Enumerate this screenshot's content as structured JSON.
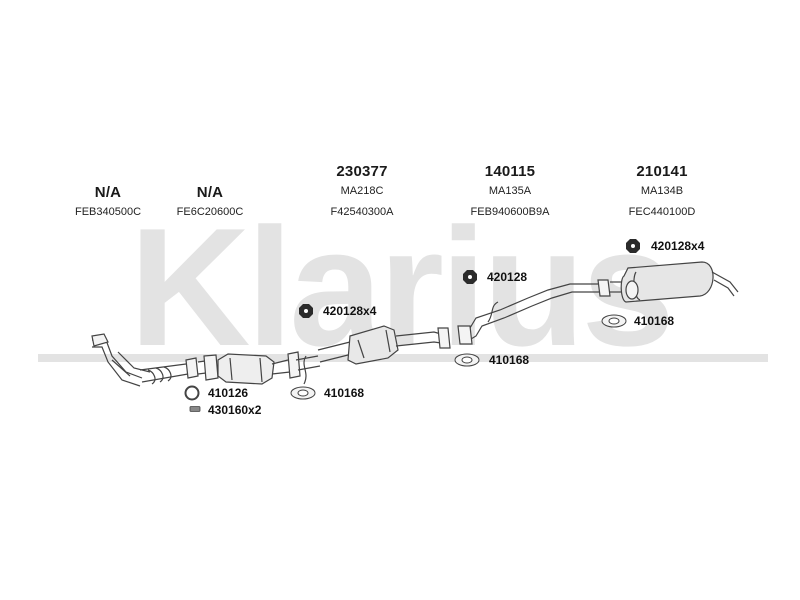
{
  "watermark": {
    "text": "Klarius",
    "color": "#e3e3e3"
  },
  "parts": [
    {
      "number": "N/A",
      "code": "FEB340500C"
    },
    {
      "number": "N/A",
      "code": "FE6C20600C"
    },
    {
      "number": "230377",
      "code": "MA218C"
    },
    {
      "number": "230377",
      "code": "F42540300A"
    },
    {
      "number": "140115",
      "code": "MA135A"
    },
    {
      "number": "140115",
      "code": "FEB940600B9A"
    },
    {
      "number": "210141",
      "code": "MA134B"
    },
    {
      "number": "210141",
      "code": "FEC440100D"
    }
  ],
  "header": {
    "p1_number": "N/A",
    "p1_code": "FEB340500C",
    "p2_number": "N/A",
    "p2_code": "FE6C20600C",
    "p3_number": "230377",
    "p3_code": "MA218C",
    "p3_code2": "F42540300A",
    "p4_number": "140115",
    "p4_code": "MA135A",
    "p4_code2": "FEB940600B9A",
    "p5_number": "210141",
    "p5_code": "MA134B",
    "p5_code2": "FEC440100D"
  },
  "fittings": {
    "rubber_rear": "420128x4",
    "rubber_mid": "420128",
    "rubber_front": "420128x4",
    "gasket_rear": "410168",
    "gasket_mid": "410168",
    "gasket_front": "410168",
    "ring": "410126",
    "clamp": "430160x2"
  },
  "colors": {
    "line": "#444444",
    "part_fill": "#f4f4f4",
    "part_shade": "#cfcfcf"
  }
}
